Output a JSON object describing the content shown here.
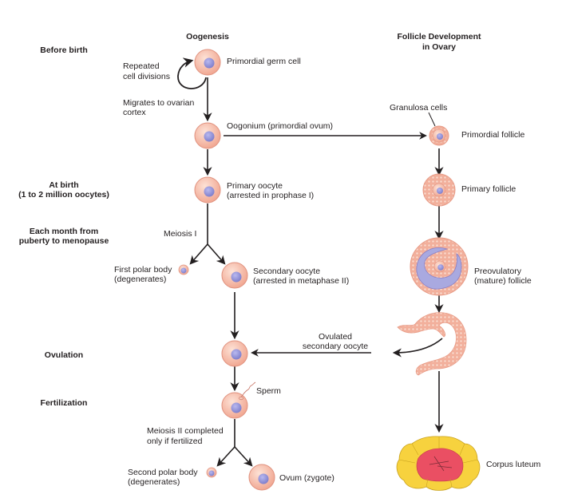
{
  "headers": {
    "oogenesis": "Oogenesis",
    "follicle_line1": "Follicle Development",
    "follicle_line2": "in Ovary"
  },
  "stages": {
    "before_birth": "Before birth",
    "at_birth_line1": "At birth",
    "at_birth_line2": "(1 to 2 million oocytes)",
    "each_month_line1": "Each month from",
    "each_month_line2": "puberty to menopause",
    "ovulation": "Ovulation",
    "fertilization": "Fertilization"
  },
  "oogenesis_labels": {
    "primordial_germ_cell": "Primordial germ cell",
    "repeated_line1": "Repeated",
    "repeated_line2": "cell divisions",
    "migrates_line1": "Migrates to ovarian",
    "migrates_line2": "cortex",
    "oogonium": "Oogonium (primordial ovum)",
    "primary_oocyte_line1": "Primary oocyte",
    "primary_oocyte_line2": "(arrested in prophase I)",
    "meiosis_1": "Meiosis I",
    "first_polar_line1": "First polar body",
    "first_polar_line2": "(degenerates)",
    "secondary_oocyte_line1": "Secondary oocyte",
    "secondary_oocyte_line2": "(arrested in metaphase II)",
    "ovulated_line1": "Ovulated",
    "ovulated_line2": "secondary oocyte",
    "sperm": "Sperm",
    "meiosis_2_line1": "Meiosis II completed",
    "meiosis_2_line2": "only if fertilized",
    "second_polar_line1": "Second polar body",
    "second_polar_line2": "(degenerates)",
    "ovum": "Ovum (zygote)"
  },
  "follicle_labels": {
    "granulosa": "Granulosa cells",
    "primordial_follicle": "Primordial follicle",
    "primary_follicle": "Primary follicle",
    "preovulatory_line1": "Preovulatory",
    "preovulatory_line2": "(mature) follicle",
    "corpus_luteum": "Corpus luteum"
  },
  "colors": {
    "cell_fill": "#f4b9a6",
    "cell_stroke": "#d98a78",
    "nucleus": "#8f8fd6",
    "granulosa_fill": "#f3b3a0",
    "antrum": "#a9a9e0",
    "luteum_yellow": "#f7d23e",
    "luteum_red": "#ea4f63",
    "arrow": "#231f20"
  }
}
